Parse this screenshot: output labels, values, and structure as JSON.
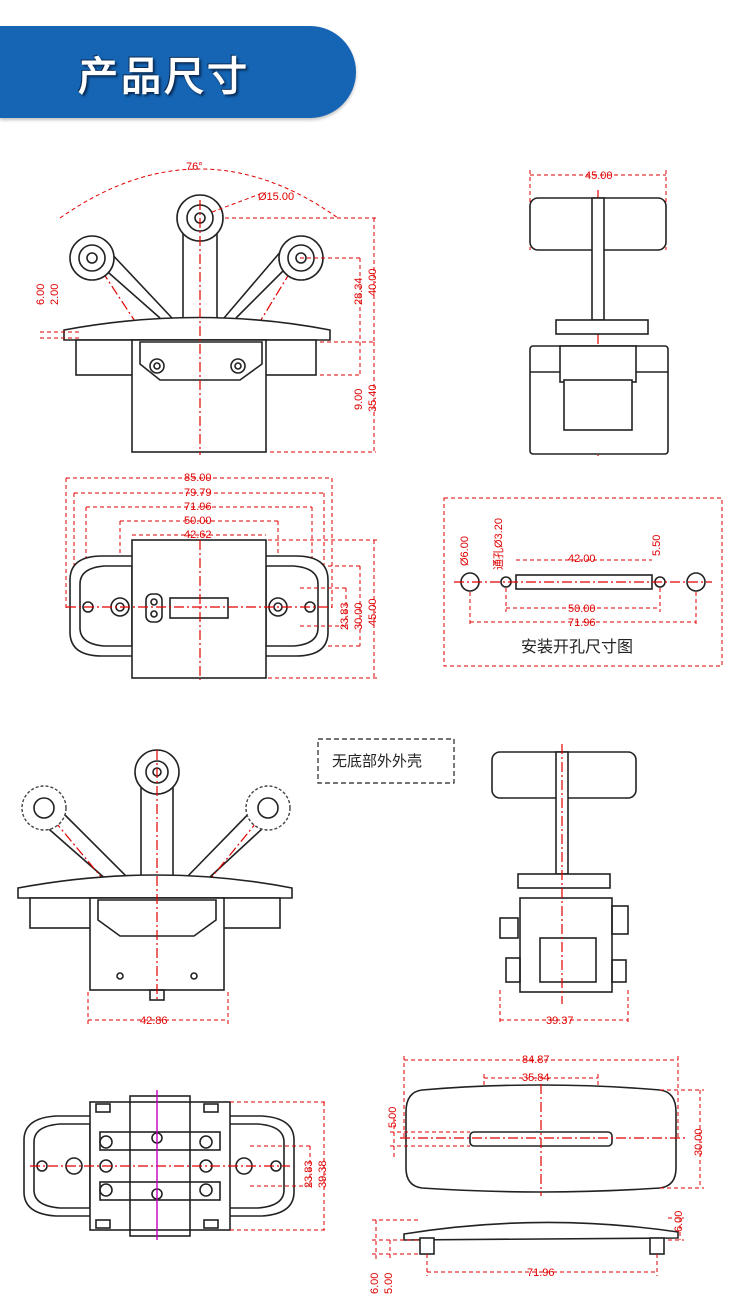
{
  "header": {
    "title": "产品尺寸",
    "color": "#1565b4"
  },
  "front_view": {
    "arc_angle": "76°",
    "knob_dia": "Ø15.00",
    "dim_600": "6.00",
    "dim_200": "2.00",
    "dim_2834": "28.34",
    "dim_4000": "40.00",
    "dim_900": "9.00",
    "dim_3540": "35.40"
  },
  "side_view": {
    "width": "45.00"
  },
  "top_view": {
    "w1": "85.00",
    "w2": "79.79",
    "w3": "71.96",
    "w4": "50.00",
    "w5": "42.62",
    "h1": "23.83",
    "h2": "30.00",
    "h3": "45.00"
  },
  "cutout": {
    "caption": "安装开孔尺寸图",
    "hole_dia": "Ø6.00",
    "through_hole": "通孔Ø3.20",
    "slot_len": "42.00",
    "slot_w": "5.50",
    "span1": "50.00",
    "span2": "71.96"
  },
  "no_base_label": "无底部外外壳",
  "lower_front": {
    "width": "42.86"
  },
  "lower_side": {
    "width": "39.37"
  },
  "lower_top": {
    "h1": "23.83",
    "h2": "39.38"
  },
  "plate_top": {
    "w1": "84.87",
    "w2": "35.84",
    "h_left": "5.00",
    "h_right": "30.00"
  },
  "plate_side": {
    "h_right": "6.00",
    "w": "71.96",
    "h1": "6.00",
    "h2": "5.00"
  }
}
